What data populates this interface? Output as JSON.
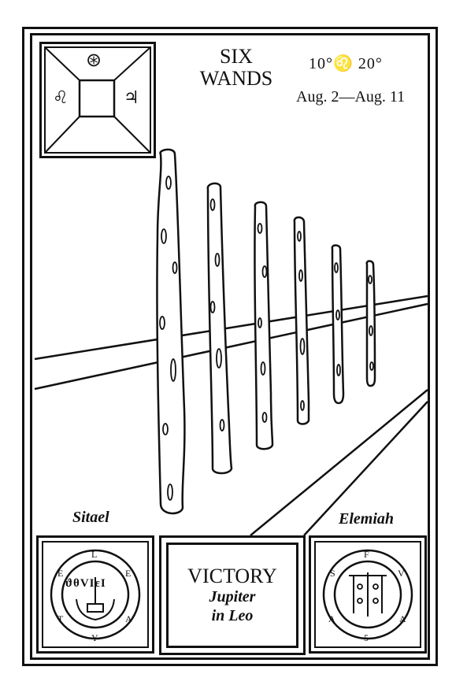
{
  "card": {
    "title_line1": "SIX",
    "title_line2": "WANDS",
    "degrees": "10°♌ 20°",
    "dates": "Aug. 2—Aug. 11",
    "sigil_top_symbol": "⊛",
    "sigil_left_symbol": "♌",
    "sigil_right_symbol": "♃"
  },
  "angels": {
    "left": "Sitael",
    "right": "Elemiah"
  },
  "meaning": {
    "title": "VICTORY",
    "line1": "Jupiter",
    "line2": "in Leo"
  },
  "seals": {
    "left_letters": [
      "L",
      "E",
      "A",
      "Y",
      "T",
      "E"
    ],
    "left_inner": "ϑθVIεI",
    "right_letters": [
      "F",
      "V",
      "A",
      "5",
      "A",
      "S"
    ]
  }
}
